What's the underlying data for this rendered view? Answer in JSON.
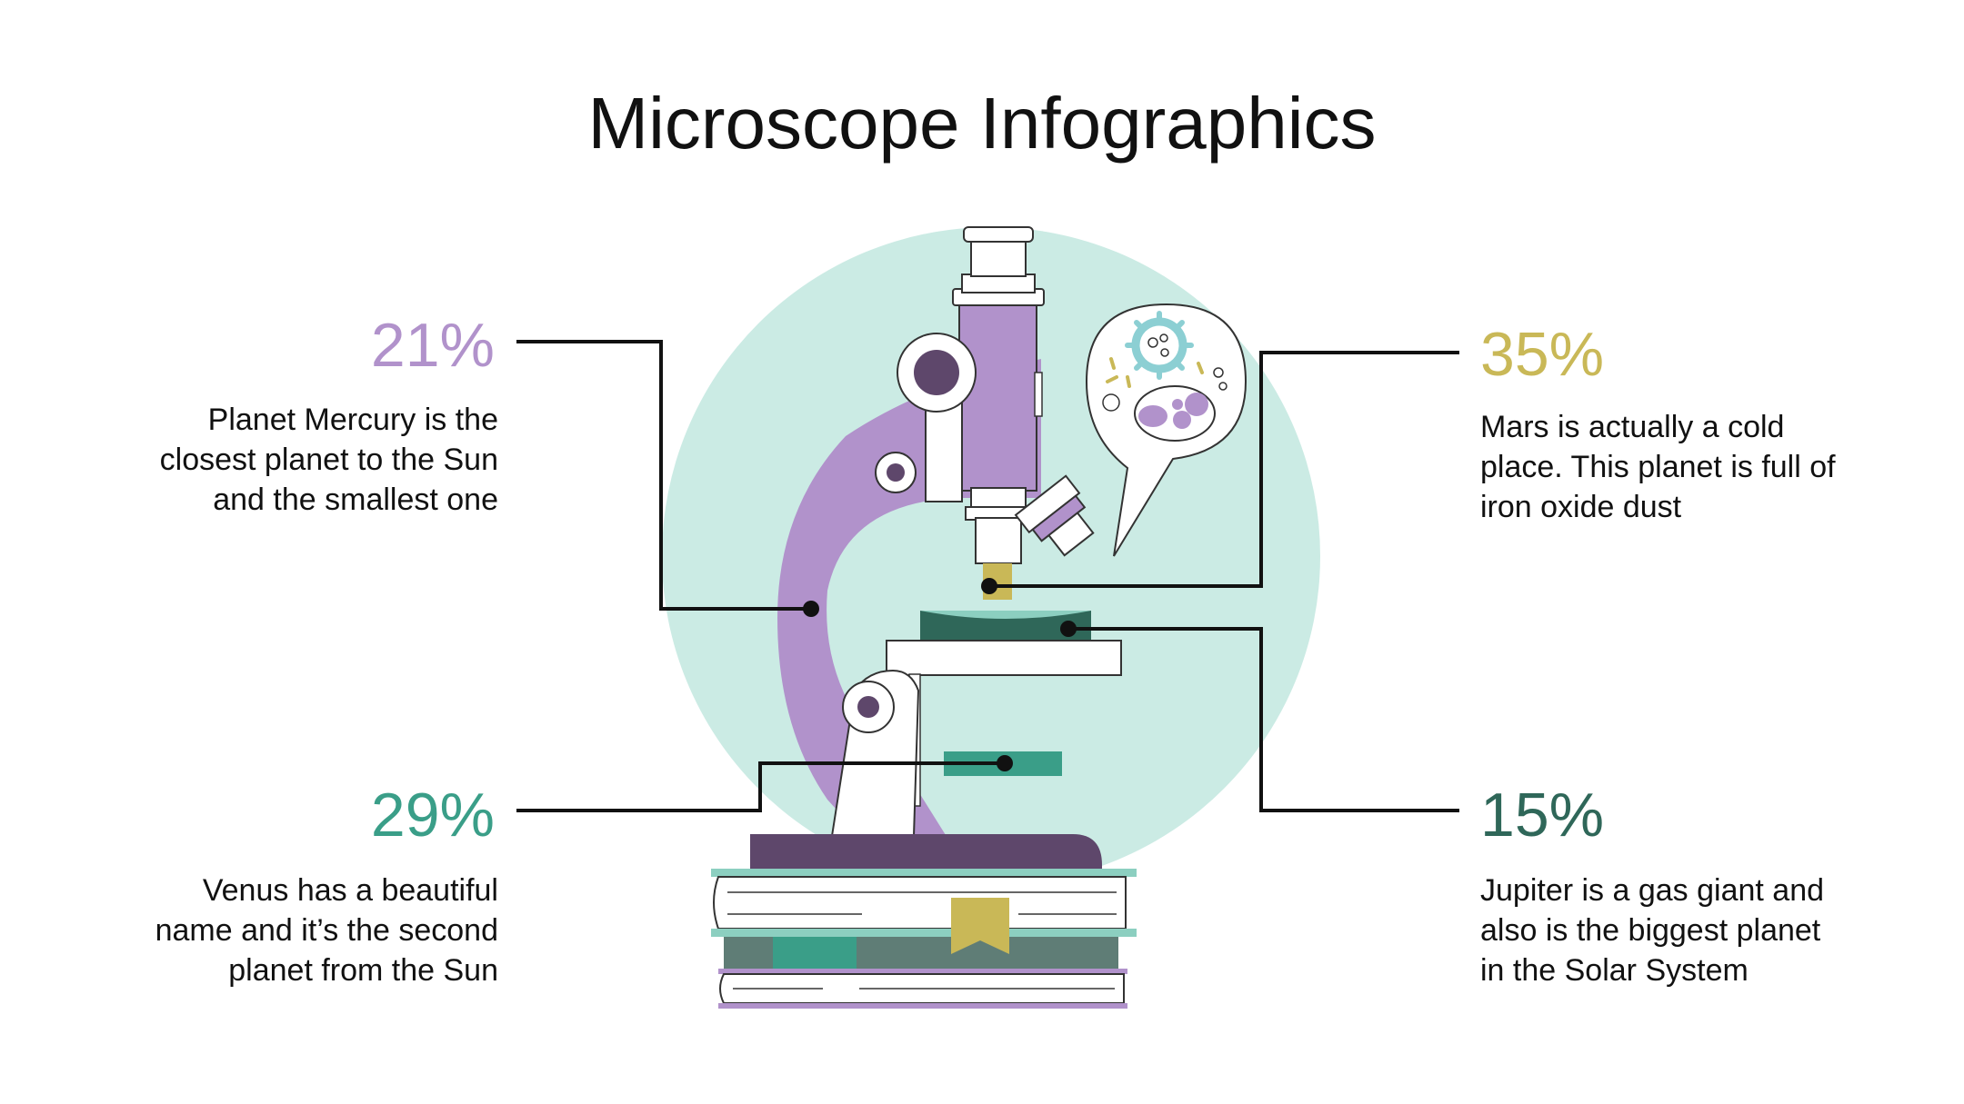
{
  "title": "Microscope Infographics",
  "colors": {
    "purple": "#b192cb",
    "yellow": "#c9b857",
    "teal": "#3a9e88",
    "dark_green": "#2f6759",
    "circle_bg": "#cbebe4",
    "deep_purple": "#5e476b"
  },
  "items": [
    {
      "value": "21%",
      "description": [
        "Planet Mercury is the",
        "closest planet to the Sun",
        "and the smallest one"
      ]
    },
    {
      "value": "29%",
      "description": [
        "Venus has a beautiful",
        "name and it’s the second",
        "planet from the Sun"
      ]
    },
    {
      "value": "35%",
      "description": [
        "Mars is actually a cold",
        "place. This planet is full of",
        "iron oxide dust"
      ]
    },
    {
      "value": "15%",
      "description": [
        "Jupiter is a gas giant and",
        "also is the biggest planet",
        "in the Solar System"
      ]
    }
  ]
}
